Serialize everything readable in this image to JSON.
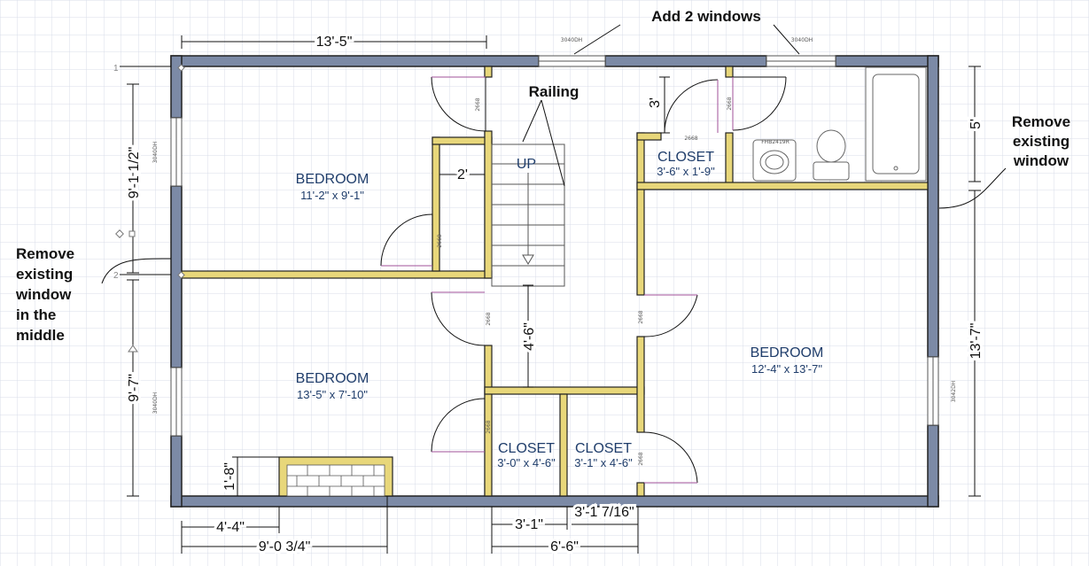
{
  "annotations": {
    "add_windows": "Add 2 windows",
    "railing": "Railing",
    "remove_right_1": "Remove",
    "remove_right_2": "existing",
    "remove_right_3": "window",
    "remove_left_1": "Remove",
    "remove_left_2": "existing",
    "remove_left_3": "window",
    "remove_left_4": "in the",
    "remove_left_5": "middle"
  },
  "rooms": {
    "bedroom_nw_name": "BEDROOM",
    "bedroom_nw_size": "11'-2\" x 9'-1\"",
    "bedroom_sw_name": "BEDROOM",
    "bedroom_sw_size": "13'-5\" x 7'-10\"",
    "bedroom_e_name": "BEDROOM",
    "bedroom_e_size": "12'-4\" x 13'-7\"",
    "closet_top_name": "CLOSET",
    "closet_top_size": "3'-6\" x 1'-9\"",
    "closet_b1_name": "CLOSET",
    "closet_b1_size": "3'-0\" x 4'-6\"",
    "closet_b2_name": "CLOSET",
    "closet_b2_size": "3'-1\" x 4'-6\"",
    "stair_label": "UP"
  },
  "dimensions": {
    "top_width": "13'-5\"",
    "left_upper": "9'-1 1/2\"",
    "left_lower": "9'-7\"",
    "right_upper": "5'",
    "right_lower": "13'-7\"",
    "closet_3": "3'",
    "stair_2": "2'",
    "hall_4_6": "4'-6\"",
    "bench_1_8": "1'-8\"",
    "bottom_4_4": "4'-4\"",
    "bottom_9_0": "9'-0 3/4\"",
    "bottom_3_1": "3'-1\"",
    "bottom_3_1_7_16": "3'-1 7/16\"",
    "bottom_6_6": "6'-6\""
  },
  "tags": {
    "window_top_1": "3040DH",
    "window_top_2": "3040DH",
    "window_left_1": "3040DH",
    "window_left_2": "3040DH",
    "window_right": "3042DH",
    "door": "2668",
    "vanity": "FHB2419R",
    "marker_1": "1",
    "marker_2": "2"
  },
  "colors": {
    "exterior_wall": "#7c8aa6",
    "interior_wall": "#e8d77a",
    "wall_stroke": "#222222",
    "door_arc": "#a0509a",
    "grid": "#d9dee8",
    "room_text": "#1f3d6b"
  }
}
